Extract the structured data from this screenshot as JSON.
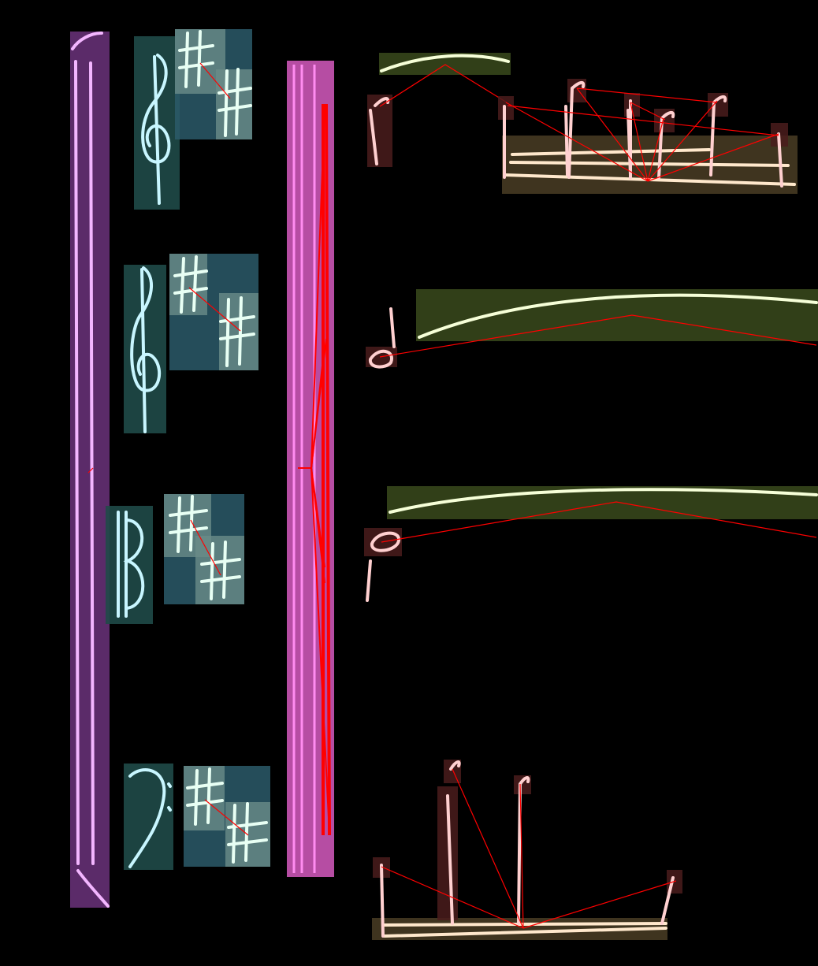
{
  "colors": {
    "background": "#000000",
    "brace_box": "#7a3a8c",
    "brace_stroke": "#f3b6ff",
    "barline_box": "#d65ac0",
    "barline_stroke": "#ff8cf0",
    "clef_box": "#1f4a48",
    "clef_stroke": "#c8f6ff",
    "accidental_box": "#2b5a6a",
    "accidental_box_light": "#6a8c88",
    "accidental_stroke": "#e8fff4",
    "slur_box": "#3a4a1c",
    "slur_stroke": "#f6ffd8",
    "beam_box": "#5a4a2c",
    "beam_stroke": "#ffe8cc",
    "note_box": "#4a1c1c",
    "note_stroke": "#ffd0d0",
    "relation": "#ff0000"
  },
  "symbols": {
    "brace": {
      "name": "brace",
      "icon": "brace-icon"
    },
    "barline": {
      "name": "barline",
      "icon": "barline-icon"
    },
    "clefs": [
      {
        "name": "treble-clef",
        "icon": "treble-clef-icon",
        "accidentals": 2
      },
      {
        "name": "treble-clef",
        "icon": "treble-clef-icon",
        "accidentals": 2
      },
      {
        "name": "alto-clef",
        "icon": "alto-clef-icon",
        "accidentals": 2
      },
      {
        "name": "bass-clef",
        "icon": "bass-clef-icon",
        "accidentals": 2
      }
    ],
    "accidental_icon": "sharp-icon",
    "staff_groups": [
      {
        "name": "beamed-group-top",
        "notes": 7,
        "slur": true,
        "lead_note": true
      },
      {
        "name": "half-note-slur",
        "notes": 1,
        "slur": true
      },
      {
        "name": "half-note-slur-2",
        "notes": 1,
        "slur": true
      },
      {
        "name": "beamed-group-bottom",
        "notes": 4,
        "slur": false
      }
    ]
  }
}
